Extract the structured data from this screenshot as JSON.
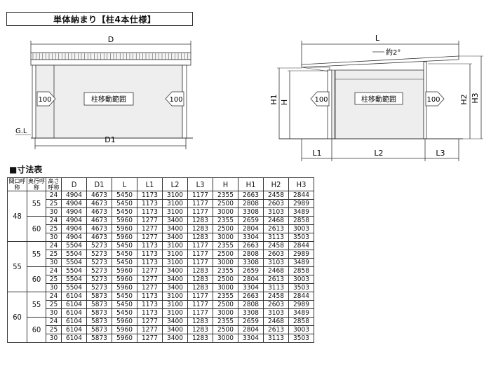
{
  "title": "単体納まり【柱4本仕様】",
  "diagram": {
    "labels": {
      "D": "D",
      "D1": "D1",
      "L": "L",
      "L1": "L1",
      "L2": "L2",
      "L3": "L3",
      "H": "H",
      "H1": "H1",
      "H2": "H2",
      "H3": "H3",
      "GL": "G.L",
      "slope": "約2°",
      "range": "柱移動範囲",
      "hundred": "100"
    }
  },
  "table_title": "■寸法表",
  "table": {
    "headers": [
      "間口呼称",
      "奥行呼称",
      "高さ呼称",
      "D",
      "D1",
      "L",
      "L1",
      "L2",
      "L3",
      "H",
      "H1",
      "H2",
      "H3"
    ],
    "groups": [
      {
        "w": "48",
        "sub": [
          {
            "d": "55",
            "rows": [
              [
                "24",
                "4904",
                "4673",
                "5450",
                "1173",
                "3100",
                "1177",
                "2355",
                "2663",
                "2458",
                "2844"
              ],
              [
                "25",
                "4904",
                "4673",
                "5450",
                "1173",
                "3100",
                "1177",
                "2500",
                "2808",
                "2603",
                "2989"
              ],
              [
                "30",
                "4904",
                "4673",
                "5450",
                "1173",
                "3100",
                "1177",
                "3000",
                "3308",
                "3103",
                "3489"
              ]
            ]
          },
          {
            "d": "60",
            "rows": [
              [
                "24",
                "4904",
                "4673",
                "5960",
                "1277",
                "3400",
                "1283",
                "2355",
                "2659",
                "2468",
                "2858"
              ],
              [
                "25",
                "4904",
                "4673",
                "5960",
                "1277",
                "3400",
                "1283",
                "2500",
                "2804",
                "2613",
                "3003"
              ],
              [
                "30",
                "4904",
                "4673",
                "5960",
                "1277",
                "3400",
                "1283",
                "3000",
                "3304",
                "3113",
                "3503"
              ]
            ]
          }
        ]
      },
      {
        "w": "55",
        "sub": [
          {
            "d": "55",
            "rows": [
              [
                "24",
                "5504",
                "5273",
                "5450",
                "1173",
                "3100",
                "1177",
                "2355",
                "2663",
                "2458",
                "2844"
              ],
              [
                "25",
                "5504",
                "5273",
                "5450",
                "1173",
                "3100",
                "1177",
                "2500",
                "2808",
                "2603",
                "2989"
              ],
              [
                "30",
                "5504",
                "5273",
                "5450",
                "1173",
                "3100",
                "1177",
                "3000",
                "3308",
                "3103",
                "3489"
              ]
            ]
          },
          {
            "d": "60",
            "rows": [
              [
                "24",
                "5504",
                "5273",
                "5960",
                "1277",
                "3400",
                "1283",
                "2355",
                "2659",
                "2468",
                "2858"
              ],
              [
                "25",
                "5504",
                "5273",
                "5960",
                "1277",
                "3400",
                "1283",
                "2500",
                "2804",
                "2613",
                "3003"
              ],
              [
                "30",
                "5504",
                "5273",
                "5960",
                "1277",
                "3400",
                "1283",
                "3000",
                "3304",
                "3113",
                "3503"
              ]
            ]
          }
        ]
      },
      {
        "w": "60",
        "sub": [
          {
            "d": "55",
            "rows": [
              [
                "24",
                "6104",
                "5873",
                "5450",
                "1173",
                "3100",
                "1177",
                "2355",
                "2663",
                "2458",
                "2844"
              ],
              [
                "25",
                "6104",
                "5873",
                "5450",
                "1173",
                "3100",
                "1177",
                "2500",
                "2808",
                "2603",
                "2989"
              ],
              [
                "30",
                "6104",
                "5873",
                "5450",
                "1173",
                "3100",
                "1177",
                "3000",
                "3308",
                "3103",
                "3489"
              ]
            ]
          },
          {
            "d": "60",
            "rows": [
              [
                "24",
                "6104",
                "5873",
                "5960",
                "1277",
                "3400",
                "1283",
                "2355",
                "2659",
                "2468",
                "2858"
              ],
              [
                "25",
                "6104",
                "5873",
                "5960",
                "1277",
                "3400",
                "1283",
                "2500",
                "2804",
                "2613",
                "3003"
              ],
              [
                "30",
                "6104",
                "5873",
                "5960",
                "1277",
                "3400",
                "1283",
                "3000",
                "3304",
                "3113",
                "3503"
              ]
            ]
          }
        ]
      }
    ]
  }
}
